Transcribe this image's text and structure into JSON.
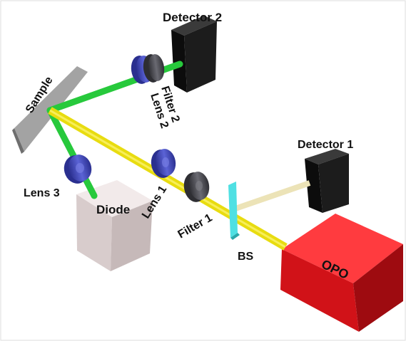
{
  "labels": {
    "detector2": "Detector 2",
    "filter2": "Filter 2",
    "lens2": "Lens 2",
    "sample": "Sample",
    "lens3": "Lens 3",
    "diode": "Diode",
    "lens1": "Lens 1",
    "filter1": "Filter 1",
    "bs": "BS",
    "detector1": "Detector 1",
    "opo": "OPO"
  },
  "colors": {
    "green_beam": "#27c93c",
    "yellow_beam": "#e8dc10",
    "cream_beam": "#ece3b7",
    "lens_blue": "#3c43b8",
    "filter_gray": "#4b4b50",
    "detector_black": "#141414",
    "opo_red": "#e0141c",
    "diode_box": "#e6dcdc",
    "bs_cyan": "#49d9dd",
    "sample_gray": "#9a9a9a"
  }
}
